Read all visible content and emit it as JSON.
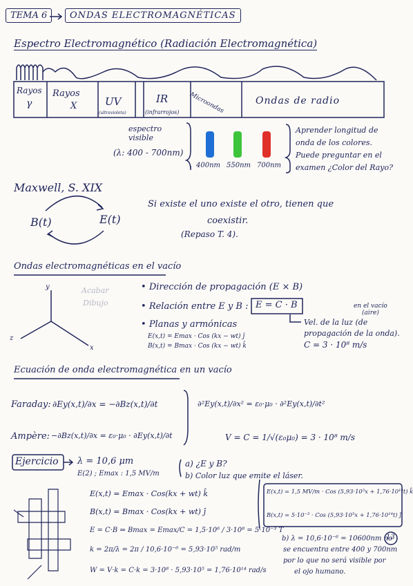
{
  "header": {
    "tema": "TEMA 6",
    "title": "ONDAS ELECTROMAGNÉTICAS"
  },
  "spectrum": {
    "title": "Espectro Electromagnético (Radiación Electromagnética)",
    "bands": [
      {
        "name": "Rayos",
        "sub": "γ"
      },
      {
        "name": "Rayos",
        "sub": "X"
      },
      {
        "name": "UV",
        "sub": "(ultravioleta)"
      },
      {
        "name": "IR",
        "sub": "(infrarrojos)"
      },
      {
        "name": "Microondas",
        "sub": ""
      },
      {
        "name": "Ondas de radio",
        "sub": ""
      }
    ],
    "visible_label": "espectro visible",
    "visible_range": "(λ: 400 - 700nm)",
    "colors": [
      {
        "hex": "#1f6fd6",
        "label": "400nm"
      },
      {
        "hex": "#3cc43a",
        "label": "550nm"
      },
      {
        "hex": "#e0302a",
        "label": "700nm"
      }
    ],
    "note": [
      "Aprender longitud de",
      "onda de los colores.",
      "Puede preguntar en el",
      "examen ¿Color del Rayo?"
    ]
  },
  "maxwell": {
    "title": "Maxwell, S. XIX",
    "b": "B(t)",
    "e": "E(t)",
    "note": [
      "Si existe el uno existe el otro, tienen que",
      "coexistir."
    ],
    "ref": "(Repaso T. 4)."
  },
  "vacuum": {
    "title": "Ondas electromagnéticas en el vacío",
    "axis_y": "y",
    "axis_z": "z",
    "axis_x": "x",
    "faded": [
      "Acabar",
      "Dibujo"
    ],
    "bullets": [
      "Dirección de propagación (E × B)",
      "Relación entre E y B :",
      "Planas y armónicas"
    ],
    "relation": "E = C · B",
    "relation_note": [
      "en el vacío",
      "(aire)"
    ],
    "vel_note": [
      "Vel. de la luz (de",
      "propagación de la onda)."
    ],
    "c_value": "C = 3 · 10⁸ m/s",
    "e_eq": "E(x,t) = Emax · Cos (kx − wt) ĵ",
    "b_eq": "B(x,t) = Bmax · Cos (kx − wt) k̂"
  },
  "wave_eq": {
    "title": "Ecuación de onda electromagnética en un vacío",
    "faraday_label": "Faraday:",
    "faraday": "∂Ey(x,t)/∂x = −∂Bz(x,t)/∂t",
    "ampere_label": "Ampère:",
    "ampere": "−∂Bz(x,t)/∂x = ε₀·μ₀ · ∂Ey(x,t)/∂t",
    "lhs": "∂²Ey(x,t)/∂x² = ε₀·μ₀ · ∂²Ey(x,t)/∂t²",
    "v": "V = C = 1/√(ε₀μ₀) = 3 · 10⁸ m/s"
  },
  "exercise": {
    "label": "Ejercicio",
    "data": [
      "λ = 10,6 μm",
      "E(2) ; Emax : 1,5 MV/m"
    ],
    "questions": [
      "a) ¿E y B?",
      "b) Color luz que emite el láser."
    ],
    "lines": [
      "E(x,t) = Emax · Cos(kx + wt) k̂",
      "B(x,t) = Bmax · Cos(kx + wt) ĵ",
      "E = C·B ⇒ Bmax = Emax/C = 1,5·10⁶ / 3·10⁸ = 5·10⁻³ T",
      "k = 2π/λ = 2π / 10,6·10⁻⁶ = 5,93·10⁵ rad/m",
      "W = V·k = C·k = 3·10⁸ · 5,93·10⁵ = 1,76·10¹⁴ rad/s"
    ],
    "result_e": "E(x,t) = 1,5 MV/m · Cos (5,93·10⁵x + 1,76·10¹⁴t) k̂",
    "result_b": "B(x,t) = 5·10⁻³ · Cos (5,93·10⁵x + 1,76·10¹⁴t) ĵ",
    "answer_b": [
      "b) λ = 10,6·10⁻⁶ = 10600nm no",
      "se encuentra entre 400 y 700nm",
      "por lo que no será visible por",
      "el ojo humano."
    ],
    "page": "13"
  }
}
